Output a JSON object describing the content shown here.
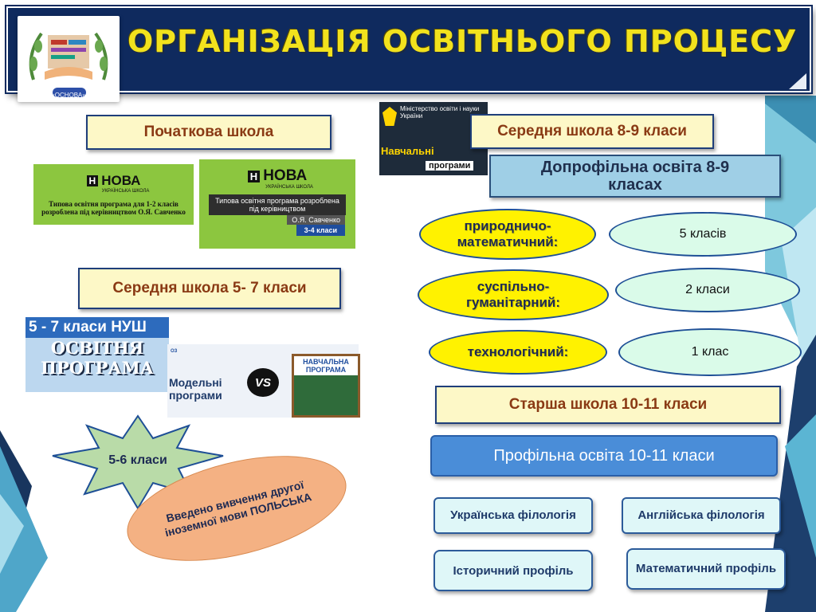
{
  "header": {
    "title": "ОРГАНІЗАЦІЯ ОСВІТНЬОГО ПРОЦЕСУ",
    "logo_text": "«ОСНОВА»"
  },
  "left": {
    "primary_school": "Початкова школа",
    "nova_card1": {
      "brand": "НОВА",
      "sub": "УКРАЇНСЬКА ШКОЛА",
      "text": "Типова освітня програма для 1-2 класів розроблена під керівництвом О.Я. Савченко"
    },
    "nova_card2": {
      "brand": "НОВА",
      "sub": "УКРАЇНСЬКА ШКОЛА",
      "text": "Типова освітня програма розроблена під керівництвом",
      "author": "О.Я. Савченко",
      "grade": "3-4 класи"
    },
    "middle_school_5_7": "Середня школа 5- 7 класи",
    "nush_banner": {
      "line1": "5 - 7 класи НУШ",
      "line2": "ОСВІТНЯ",
      "line3": "ПРОГРАМА"
    },
    "model_programs": "Модельні програми",
    "vs": "VS",
    "study_program": "НАВЧАЛЬНА ПРОГРАМА",
    "star_text": "5-6 класи",
    "polish_text": "Введено вивчення другої іноземної мови ПОЛЬСЬКА"
  },
  "right": {
    "ministry_logo": {
      "ministry": "Міністерство освіти і науки України",
      "caption1": "Навчальні",
      "caption2": "програми"
    },
    "middle_school_8_9": "Середня школа 8-9 класи",
    "preprofile": "Допрофільна освіта 8-9 класах",
    "profiles": [
      {
        "name": "природничо-математичний:",
        "count": "5 класів"
      },
      {
        "name": "суспільно-гуманітарний:",
        "count": "2 класи"
      },
      {
        "name": "технологічний:",
        "count": "1 клас"
      }
    ],
    "senior_school": "Старша школа 10-11 класи",
    "profile_education": "Профільна освіта 10-11 класи",
    "tracks": [
      "Українська філологія",
      "Англійська філологія",
      "Історичний профіль",
      "Математичний профіль"
    ]
  },
  "colors": {
    "header_bg": "#0f2a5e",
    "title": "#f2e21d",
    "yellow_oval": "#fff200",
    "green_oval": "#dafbe9",
    "label_text": "#8a3a14",
    "profile_bar": "#4a8dd8"
  }
}
